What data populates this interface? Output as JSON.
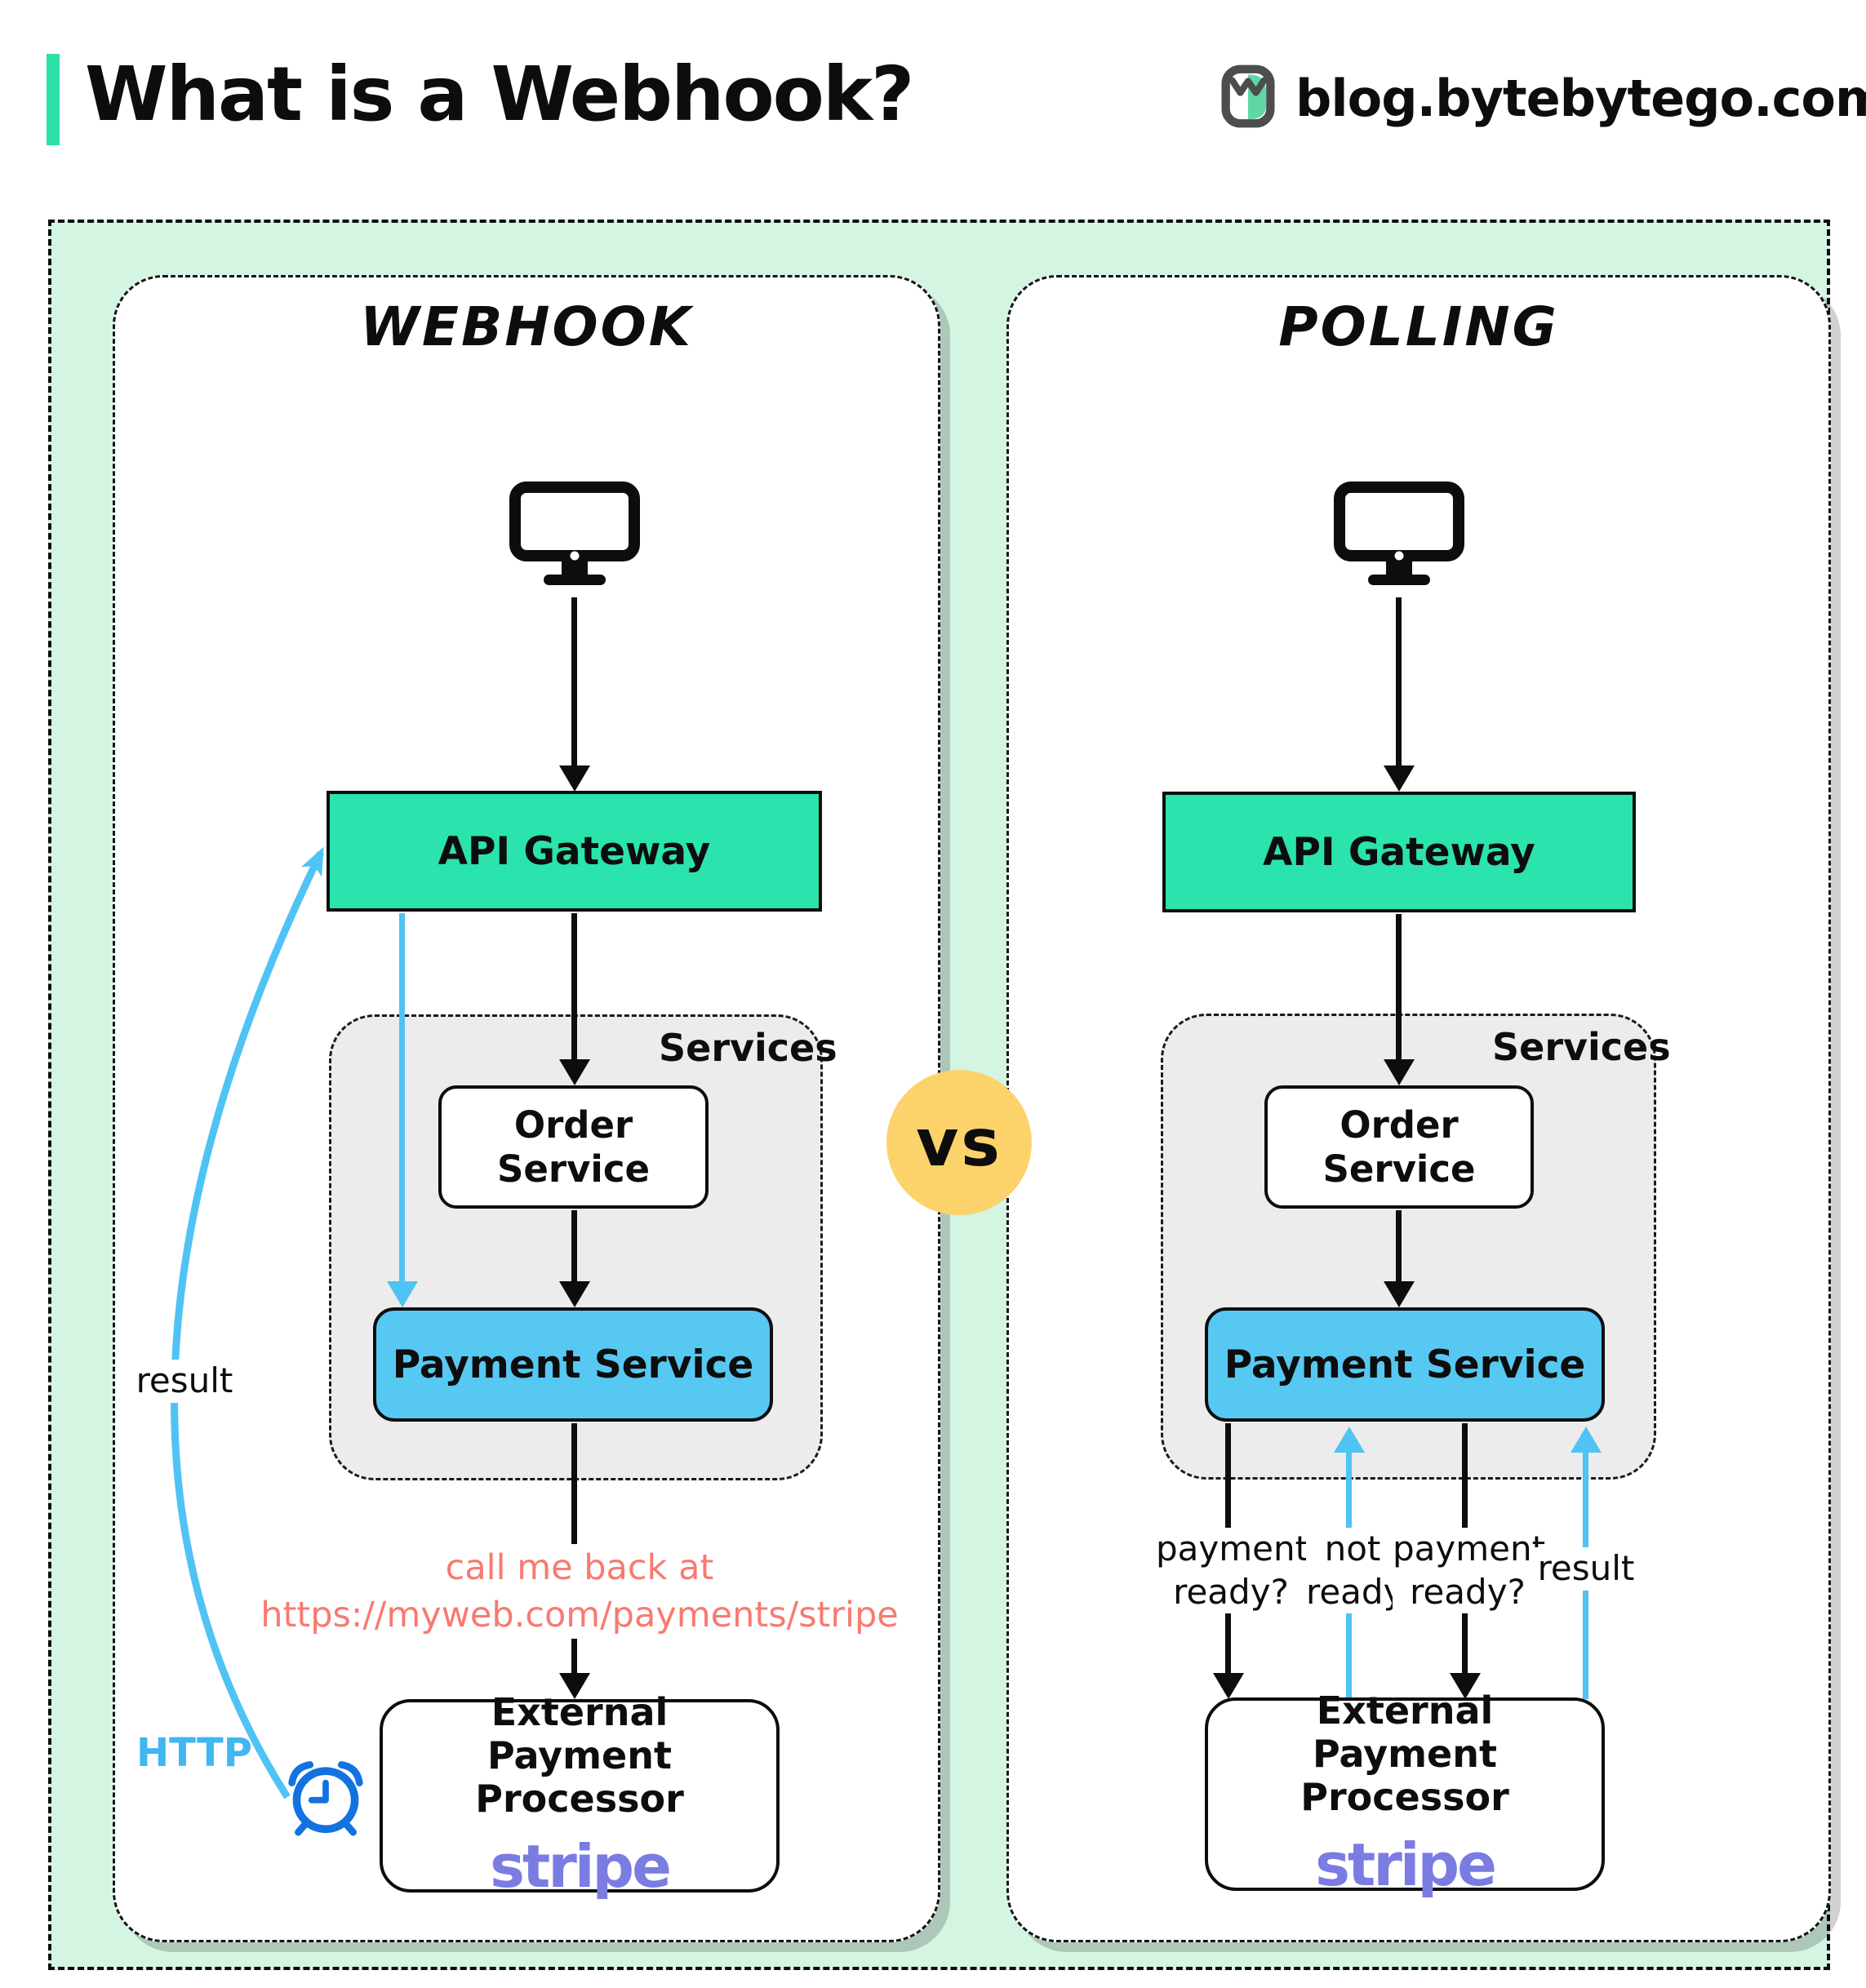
{
  "header": {
    "title": "What is a Webhook?",
    "site": "blog.bytebytego.com"
  },
  "vs_label": "vs",
  "webhook_panel": {
    "title": "Webhook",
    "api_gateway": "API Gateway",
    "services_label": "Services",
    "order_service_line1": "Order",
    "order_service_line2": "Service",
    "payment_service": "Payment Service",
    "callback_line1": "call me back at",
    "callback_line2": "https://myweb.com/payments/stripe",
    "external_line1": "External",
    "external_line2": "Payment Processor",
    "brand": "stripe",
    "result_label": "result",
    "http_label": "HTTP"
  },
  "polling_panel": {
    "title": "Polling",
    "api_gateway": "API Gateway",
    "services_label": "Services",
    "order_service_line1": "Order",
    "order_service_line2": "Service",
    "payment_service": "Payment Service",
    "ask1_line1": "payment",
    "ask1_line2": "ready?",
    "reply1_line1": "not",
    "reply1_line2": "ready",
    "ask2_line1": "payment",
    "ask2_line2": "ready?",
    "result_label": "result",
    "external_line1": "External",
    "external_line2": "Payment Processor",
    "brand": "stripe"
  },
  "colors": {
    "accent_teal": "#2be3ac",
    "mint_background": "#d3f5e2",
    "payment_blue": "#57c8f2",
    "arrow_blue": "#4fc3f4",
    "clock_blue": "#1273e0",
    "callback_coral": "#f87a70",
    "stripe_purple": "#7a7ce2",
    "vs_yellow": "#fbd36a"
  }
}
